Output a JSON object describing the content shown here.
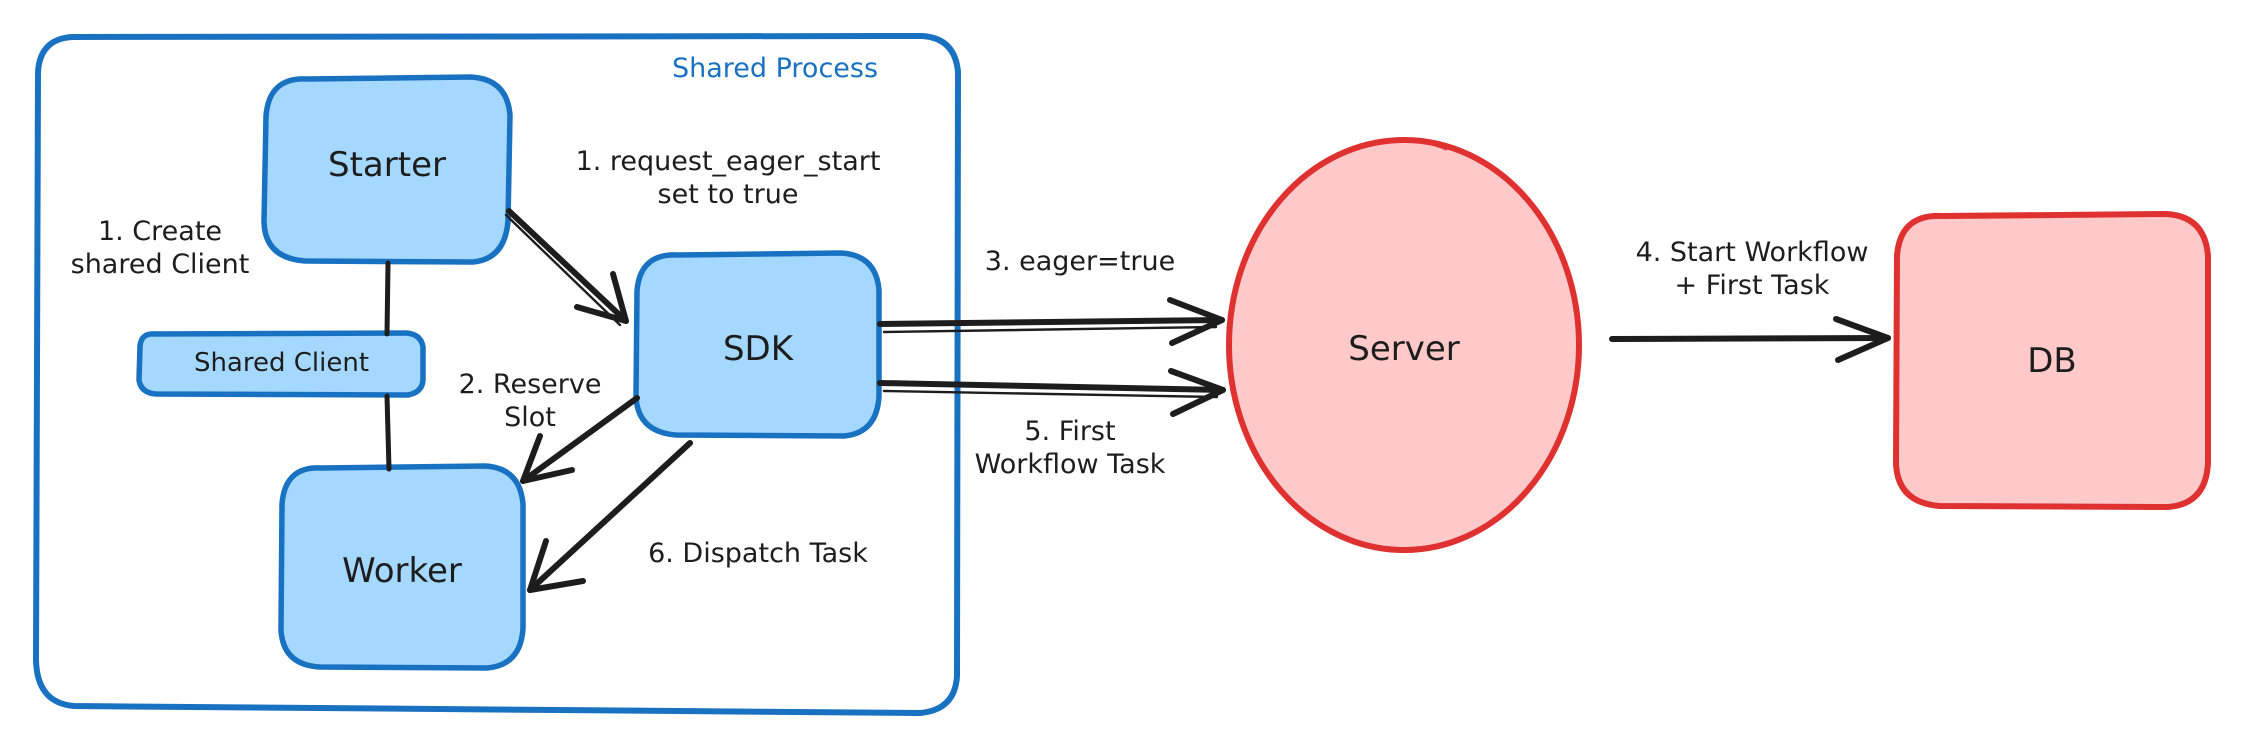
{
  "diagram": {
    "title_group": {
      "label": "Shared Process",
      "color": "#1971c2"
    },
    "palette": {
      "blue_stroke": "#1971c2",
      "blue_fill": "#a5d8ff",
      "red_stroke": "#e03131",
      "red_fill": "#ffc9c9",
      "ink": "#1d1d1d",
      "background": "#ffffff"
    },
    "nodes": [
      {
        "id": "starter",
        "label": "Starter",
        "shape": "rounded-rect",
        "fill": "#a5d8ff",
        "stroke": "#1971c2"
      },
      {
        "id": "shared-client",
        "label": "Shared Client",
        "shape": "rounded-rect",
        "fill": "#a5d8ff",
        "stroke": "#1971c2"
      },
      {
        "id": "worker",
        "label": "Worker",
        "shape": "rounded-rect",
        "fill": "#a5d8ff",
        "stroke": "#1971c2"
      },
      {
        "id": "sdk",
        "label": "SDK",
        "shape": "rounded-rect",
        "fill": "#a5d8ff",
        "stroke": "#1971c2"
      },
      {
        "id": "server",
        "label": "Server",
        "shape": "ellipse",
        "fill": "#ffc9c9",
        "stroke": "#e03131"
      },
      {
        "id": "db",
        "label": "DB",
        "shape": "rounded-rect",
        "fill": "#ffc9c9",
        "stroke": "#e03131"
      }
    ],
    "edges": [
      {
        "id": "e1",
        "from": "starter",
        "to": "shared-client",
        "label": "1. Create\nshared Client",
        "arrow": false
      },
      {
        "id": "e2",
        "from": "shared-client",
        "to": "worker",
        "label": "",
        "arrow": false
      },
      {
        "id": "e3",
        "from": "starter",
        "to": "sdk",
        "label": "1. request_eager_start\nset to true",
        "arrow": true
      },
      {
        "id": "e4",
        "from": "sdk",
        "to": "worker",
        "label": "2. Reserve\nSlot",
        "arrow": true
      },
      {
        "id": "e5",
        "from": "sdk",
        "to": "worker",
        "label": "6. Dispatch Task",
        "arrow": true
      },
      {
        "id": "e6",
        "from": "sdk",
        "to": "server",
        "label": "3. eager=true",
        "arrow": true
      },
      {
        "id": "e7",
        "from": "sdk",
        "to": "server",
        "label": "5. First\nWorkflow Task",
        "arrow": true
      },
      {
        "id": "e8",
        "from": "server",
        "to": "db",
        "label": "4. Start Workflow\n+ First Task",
        "arrow": true
      }
    ]
  }
}
